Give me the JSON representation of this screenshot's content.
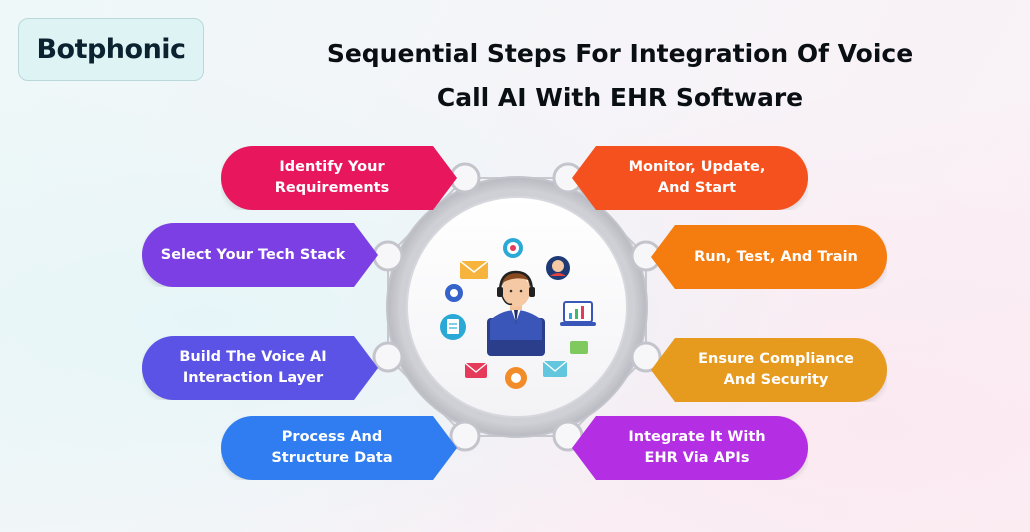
{
  "brand": {
    "logo_text": "Botphonic"
  },
  "header": {
    "title_line1": "Sequential Steps For Integration Of Voice",
    "title_line2": "Call AI With EHR Software"
  },
  "steps_left": [
    {
      "label": "Identify Your\nRequirements",
      "color": "#e8175d"
    },
    {
      "label": "Select Your Tech Stack",
      "color": "#7b3fe4"
    },
    {
      "label": "Build The Voice AI\nInteraction Layer",
      "color": "#5b52e6"
    },
    {
      "label": "Process And\nStructure Data",
      "color": "#2f7df0"
    }
  ],
  "steps_right": [
    {
      "label": "Monitor, Update,\nAnd Start",
      "color": "#f4511e"
    },
    {
      "label": "Run, Test, And Train",
      "color": "#f57c0f"
    },
    {
      "label": "Ensure Compliance\nAnd Security",
      "color": "#e69a1e"
    },
    {
      "label": "Integrate It With\nEHR Via APIs",
      "color": "#b42ee3"
    }
  ],
  "center": {
    "icons": [
      "headset-agent-icon",
      "target-icon",
      "support-agent-icon",
      "email-icon",
      "gear-icon",
      "document-icon",
      "laptop-chart-icon",
      "chat-icon"
    ]
  }
}
